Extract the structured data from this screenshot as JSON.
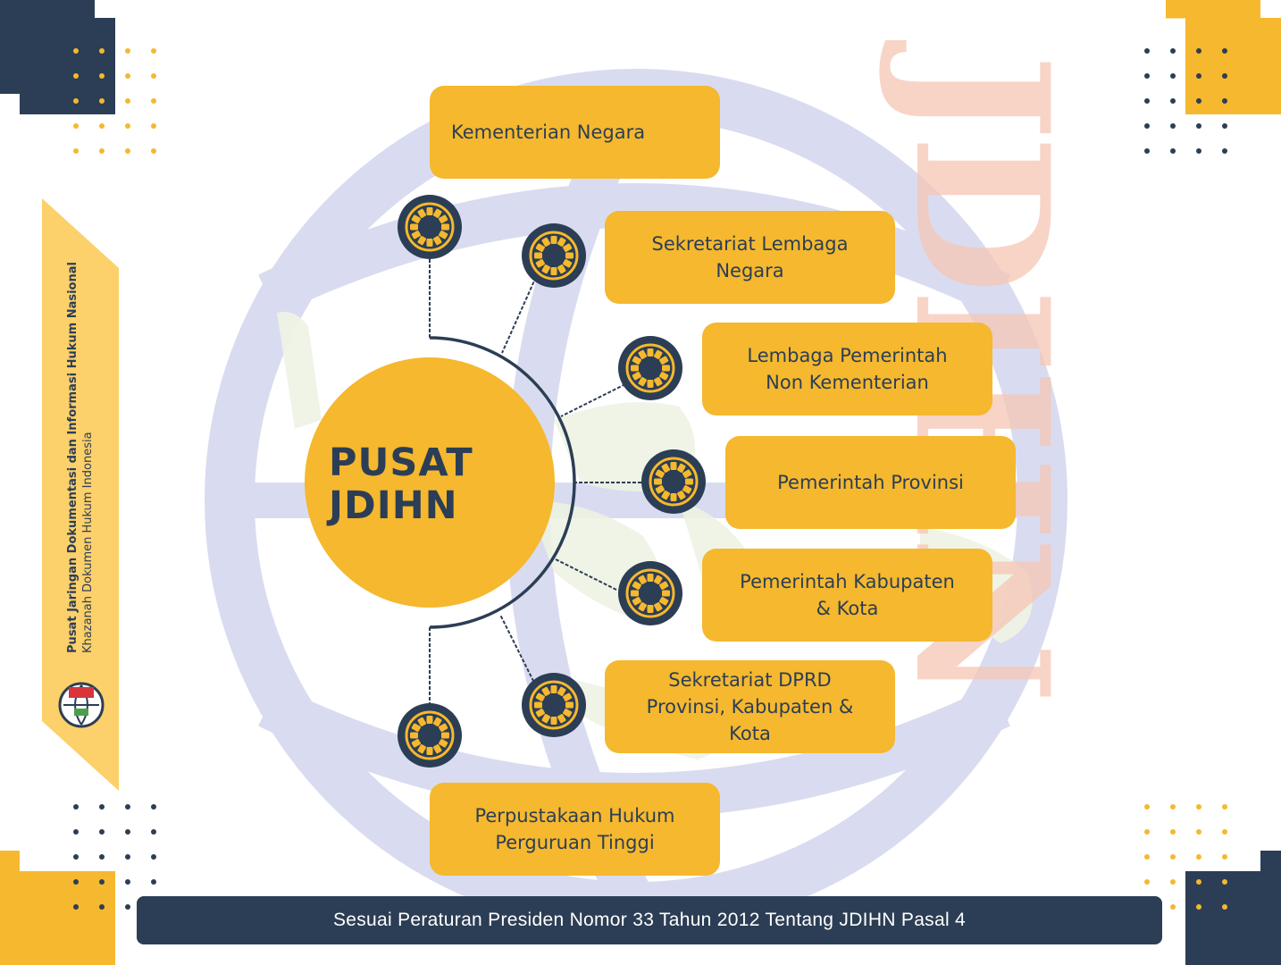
{
  "center": {
    "label": "PUSAT\nJDIHN"
  },
  "watermark": {
    "text": "JDIHN"
  },
  "side_banner": {
    "title": "Pusat Jaringan Dokumentasi dan Informasi Hukum Nasional",
    "subtitle": "Khazanah Dokumen Hukum Indonesia"
  },
  "nodes": [
    {
      "label": "Kementerian Negara"
    },
    {
      "label": "Sekretariat Lembaga\nNegara"
    },
    {
      "label": "Lembaga Pemerintah\nNon Kementerian"
    },
    {
      "label": "Pemerintah Provinsi"
    },
    {
      "label": "Pemerintah Kabupaten\n& Kota"
    },
    {
      "label": "Sekretariat DPRD\nProvinsi, Kabupaten &\nKota"
    },
    {
      "label": "Perpustakaan Hukum\nPerguruan Tinggi"
    }
  ],
  "footer": {
    "text": "Sesuai Peraturan Presiden Nomor 33 Tahun 2012 Tentang JDIHN Pasal 4"
  },
  "colors": {
    "navy": "#2c3e55",
    "yellow": "#f5b82e",
    "globe": "#d9dcf0",
    "watermark": "#f6c6b4"
  },
  "icons": {
    "node": "sun-ring-icon",
    "logo": "jdihn-globe-logo"
  }
}
